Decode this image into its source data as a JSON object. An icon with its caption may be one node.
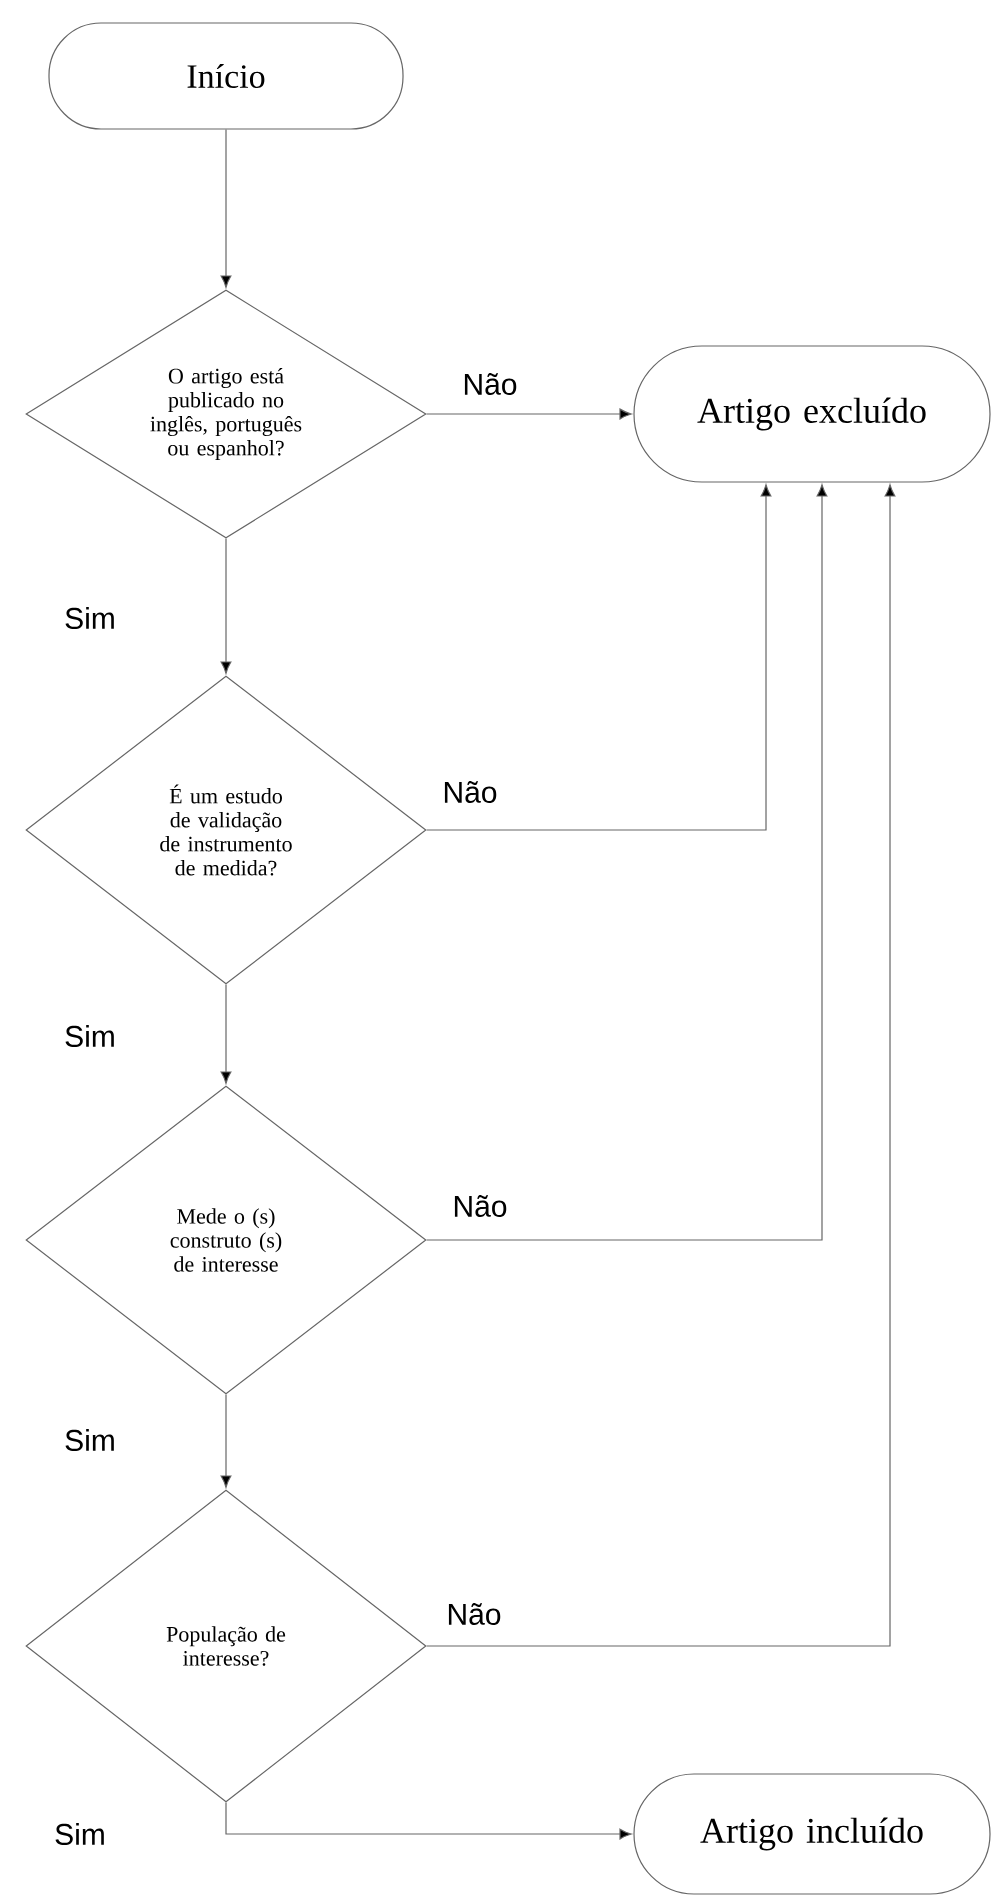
{
  "diagram": {
    "nodes": [
      {
        "text": [
          "Início"
        ]
      },
      {
        "text": [
          "O artigo está publicado no inglês, português ou espanhol?"
        ]
      },
      {
        "text": [
          "Artigo excluído"
        ]
      },
      {
        "text": [
          "É um estudo de validação de instrumento de medida?"
        ]
      },
      {
        "text": [
          "Mede o (s) construto (s) de interesse"
        ]
      },
      {
        "text": [
          "População de interesse?"
        ]
      },
      {
        "text": [
          "Artigo incluído"
        ]
      }
    ],
    "edges": [
      {
        "from": 0,
        "to": 1,
        "arrow": "to"
      },
      {
        "from": 1,
        "to": 2,
        "arrow": "to",
        "label": "Não"
      },
      {
        "from": 1,
        "to": 3,
        "arrow": "to",
        "label": "Sim"
      },
      {
        "from": 3,
        "to": 2,
        "arrow": "to",
        "label": "Não"
      },
      {
        "from": 3,
        "to": 4,
        "arrow": "to",
        "label": "Sim"
      },
      {
        "from": 4,
        "to": 2,
        "arrow": "to",
        "label": "Não"
      },
      {
        "from": 4,
        "to": 5,
        "arrow": "to",
        "label": "Sim"
      },
      {
        "from": 5,
        "to": 2,
        "arrow": "to",
        "label": "Não"
      },
      {
        "from": 5,
        "to": 6,
        "arrow": "to",
        "label": "Sim"
      }
    ]
  }
}
